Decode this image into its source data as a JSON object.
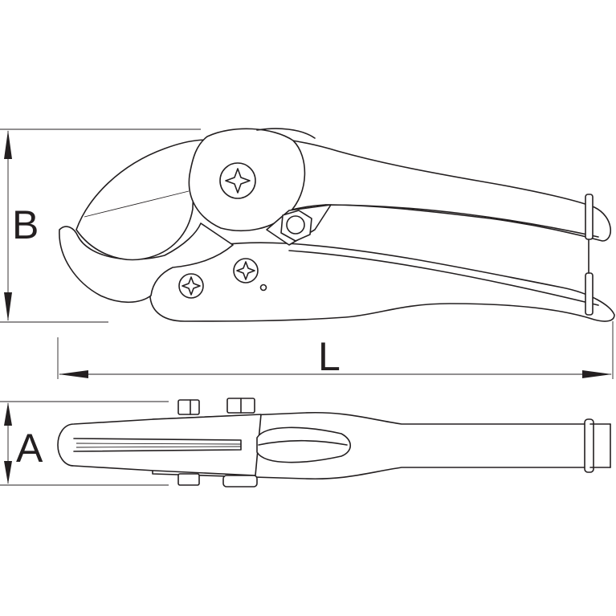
{
  "dimensions": {
    "height_label": "B",
    "length_label": "L",
    "width_label": "A"
  }
}
